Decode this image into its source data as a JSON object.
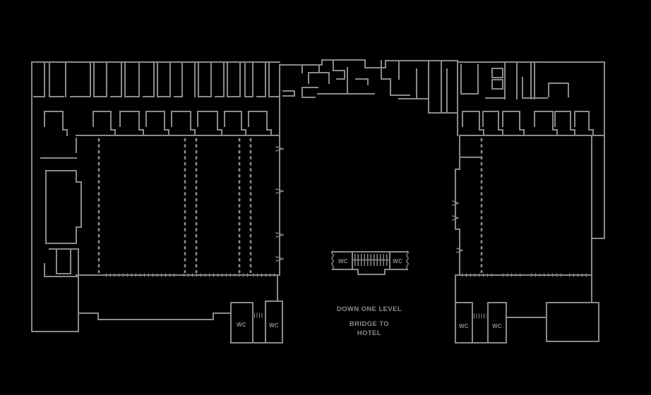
{
  "canvas": {
    "background": "#000000",
    "wall_color": "#8a8a8a",
    "text_color": "#8f8f8f"
  },
  "bridge": {
    "wc_left_label": "WC",
    "wc_right_label": "WC"
  },
  "left_building": {
    "wc_left_label": "WC",
    "wc_right_label": "WC"
  },
  "right_building": {
    "wc_left_label": "WC",
    "wc_right_label": "WC"
  },
  "annotation": {
    "line1": "DOWN ONE LEVEL",
    "line2": "BRIDGE TO",
    "line3": "HOTEL"
  }
}
